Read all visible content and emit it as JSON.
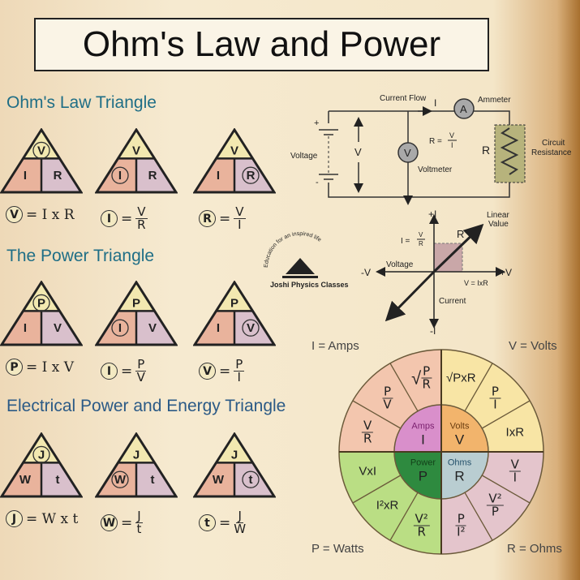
{
  "title": "Ohm's Law and Power",
  "sections": [
    {
      "heading": "Ohm's Law Triangle",
      "fill_top": "#f2e8b0",
      "fill_left": "#e9b39c",
      "fill_right": "#d9c0cc",
      "triangles": [
        {
          "top": "V",
          "left": "I",
          "right": "R",
          "highlight": "top",
          "formula": {
            "lhs": "V",
            "rhs": "= I x R"
          }
        },
        {
          "top": "V",
          "left": "I",
          "right": "R",
          "highlight": "left",
          "formula": {
            "lhs": "I",
            "num": "V",
            "den": "R"
          }
        },
        {
          "top": "V",
          "left": "I",
          "right": "R",
          "highlight": "right",
          "formula": {
            "lhs": "R",
            "num": "V",
            "den": "I"
          }
        }
      ]
    },
    {
      "heading": "The Power Triangle",
      "fill_top": "#f2e8b0",
      "fill_left": "#e9b39c",
      "fill_right": "#d9c0cc",
      "triangles": [
        {
          "top": "P",
          "left": "I",
          "right": "V",
          "highlight": "top",
          "formula": {
            "lhs": "P",
            "rhs": "= I x V"
          }
        },
        {
          "top": "P",
          "left": "I",
          "right": "V",
          "highlight": "left",
          "formula": {
            "lhs": "I",
            "num": "P",
            "den": "V"
          }
        },
        {
          "top": "P",
          "left": "I",
          "right": "V",
          "highlight": "right",
          "formula": {
            "lhs": "V",
            "num": "P",
            "den": "I"
          }
        }
      ]
    },
    {
      "heading": "Electrical Power and Energy Triangle",
      "fill_top": "#f2e8b0",
      "fill_left": "#e9b39c",
      "fill_right": "#d9c0cc",
      "triangles": [
        {
          "top": "J",
          "left": "W",
          "right": "t",
          "highlight": "top",
          "formula": {
            "lhs": "J",
            "rhs": "= W x t"
          }
        },
        {
          "top": "J",
          "left": "W",
          "right": "t",
          "highlight": "left",
          "formula": {
            "lhs": "W",
            "num": "J",
            "den": "t"
          }
        },
        {
          "top": "J",
          "left": "W",
          "right": "t",
          "highlight": "right",
          "formula": {
            "lhs": "t",
            "num": "J",
            "den": "W"
          }
        }
      ]
    }
  ],
  "circuit": {
    "current_flow": "Current Flow",
    "current_symbol": "I",
    "ammeter_symbol": "A",
    "ammeter": "Ammeter",
    "plus": "+",
    "minus": "-",
    "voltage": "Voltage",
    "v_arrow": "V",
    "voltmeter_symbol": "V",
    "voltmeter": "Voltmeter",
    "r_eq_lhs": "R =",
    "r_eq_num": "V",
    "r_eq_den": "I",
    "r_label": "R",
    "circuit_resistance_1": "Circuit",
    "circuit_resistance_2": "Resistance"
  },
  "graph": {
    "plus_i": "+I",
    "minus_i": "-I",
    "minus_v": "-V",
    "plus_v": "+V",
    "voltage": "Voltage",
    "current": "Current",
    "i_eq_lhs": "I =",
    "i_eq_num": "V",
    "i_eq_den": "R",
    "r_label": "R",
    "linear_1": "Linear",
    "linear_2": "Value",
    "v_eq": "V = IxR"
  },
  "logo": {
    "tagline": "Education for an inspired life",
    "name": "Joshi Physics Classes"
  },
  "wheel": {
    "corners": {
      "tl": "I = Amps",
      "tr": "V = Volts",
      "bl": "P = Watts",
      "br": "R = Ohms"
    },
    "quadrants": [
      {
        "id": "amps",
        "unit": "Amps",
        "symbol": "I",
        "outer": "#f3c6ae",
        "inner": "#d98fcb",
        "unit_color": "#7a1f6e",
        "formulas": [
          {
            "num": "V",
            "den": "R"
          },
          {
            "num": "P",
            "den": "V"
          },
          {
            "sqrt": true,
            "num": "P",
            "den": "R"
          }
        ]
      },
      {
        "id": "volts",
        "unit": "Volts",
        "symbol": "V",
        "outer": "#f8e5a5",
        "inner": "#f2b46c",
        "unit_color": "#6a3d10",
        "formulas": [
          {
            "text": "√PxR"
          },
          {
            "num": "P",
            "den": "I"
          },
          {
            "text": "IxR"
          }
        ]
      },
      {
        "id": "ohms",
        "unit": "Ohms",
        "symbol": "R",
        "outer": "#e4c5cc",
        "inner": "#b9cdd1",
        "unit_color": "#24506a",
        "formulas": [
          {
            "num": "V",
            "den": "I"
          },
          {
            "num": "V²",
            "den": "P"
          },
          {
            "num": "P",
            "den": "I²"
          }
        ]
      },
      {
        "id": "power",
        "unit": "Power",
        "symbol": "P",
        "outer": "#bade84",
        "inner": "#2e8a3f",
        "unit_color": "#123f18",
        "formulas": [
          {
            "num": "V²",
            "den": "R"
          },
          {
            "text": "I²xR"
          },
          {
            "text": "VxI"
          }
        ]
      }
    ]
  }
}
